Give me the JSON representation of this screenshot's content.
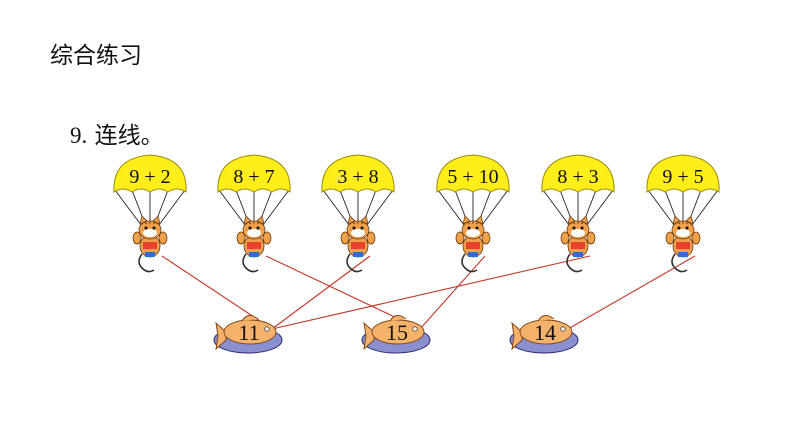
{
  "section": {
    "title": "综合练习"
  },
  "question": {
    "number": "9.",
    "instruction": "连线。"
  },
  "parachutes": [
    {
      "label": "9 + 2"
    },
    {
      "label": "8 + 7"
    },
    {
      "label": "3 + 8"
    },
    {
      "label": "5 + 10"
    },
    {
      "label": "8 + 3"
    },
    {
      "label": "9 + 5"
    }
  ],
  "fish": [
    {
      "label": "11"
    },
    {
      "label": "15"
    },
    {
      "label": "14"
    }
  ],
  "connections": [
    {
      "from": 0,
      "to": 0
    },
    {
      "from": 1,
      "to": 1
    },
    {
      "from": 2,
      "to": 0
    },
    {
      "from": 3,
      "to": 1
    },
    {
      "from": 4,
      "to": 0
    },
    {
      "from": 5,
      "to": 2
    }
  ],
  "colors": {
    "canopy": "#ffee1a",
    "canopy_stroke": "#9a8a10",
    "line": "#c0392b",
    "fish": "#f4b26a",
    "plate": "#8a8fd0",
    "cat": "#f0a04a"
  }
}
